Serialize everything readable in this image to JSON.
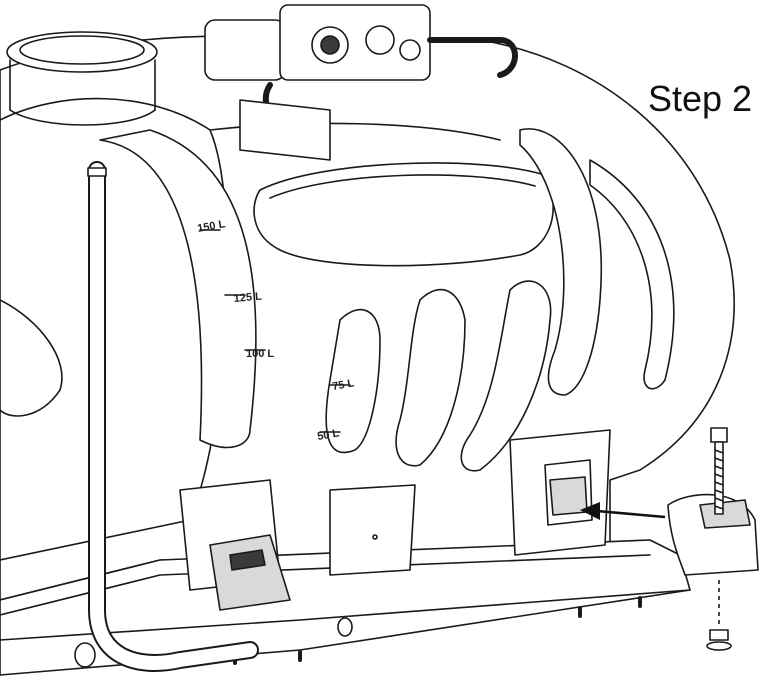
{
  "step_title": "Step 2",
  "gauge_labels": {
    "g150": "150 L",
    "g125": "125 L",
    "g100": "100 L",
    "g75": "75 L",
    "g50": "50 L"
  },
  "colors": {
    "line": "#1a1a1a",
    "fill": "#ffffff",
    "shade": "#d9d9d9",
    "dark": "#3a3a3a"
  }
}
